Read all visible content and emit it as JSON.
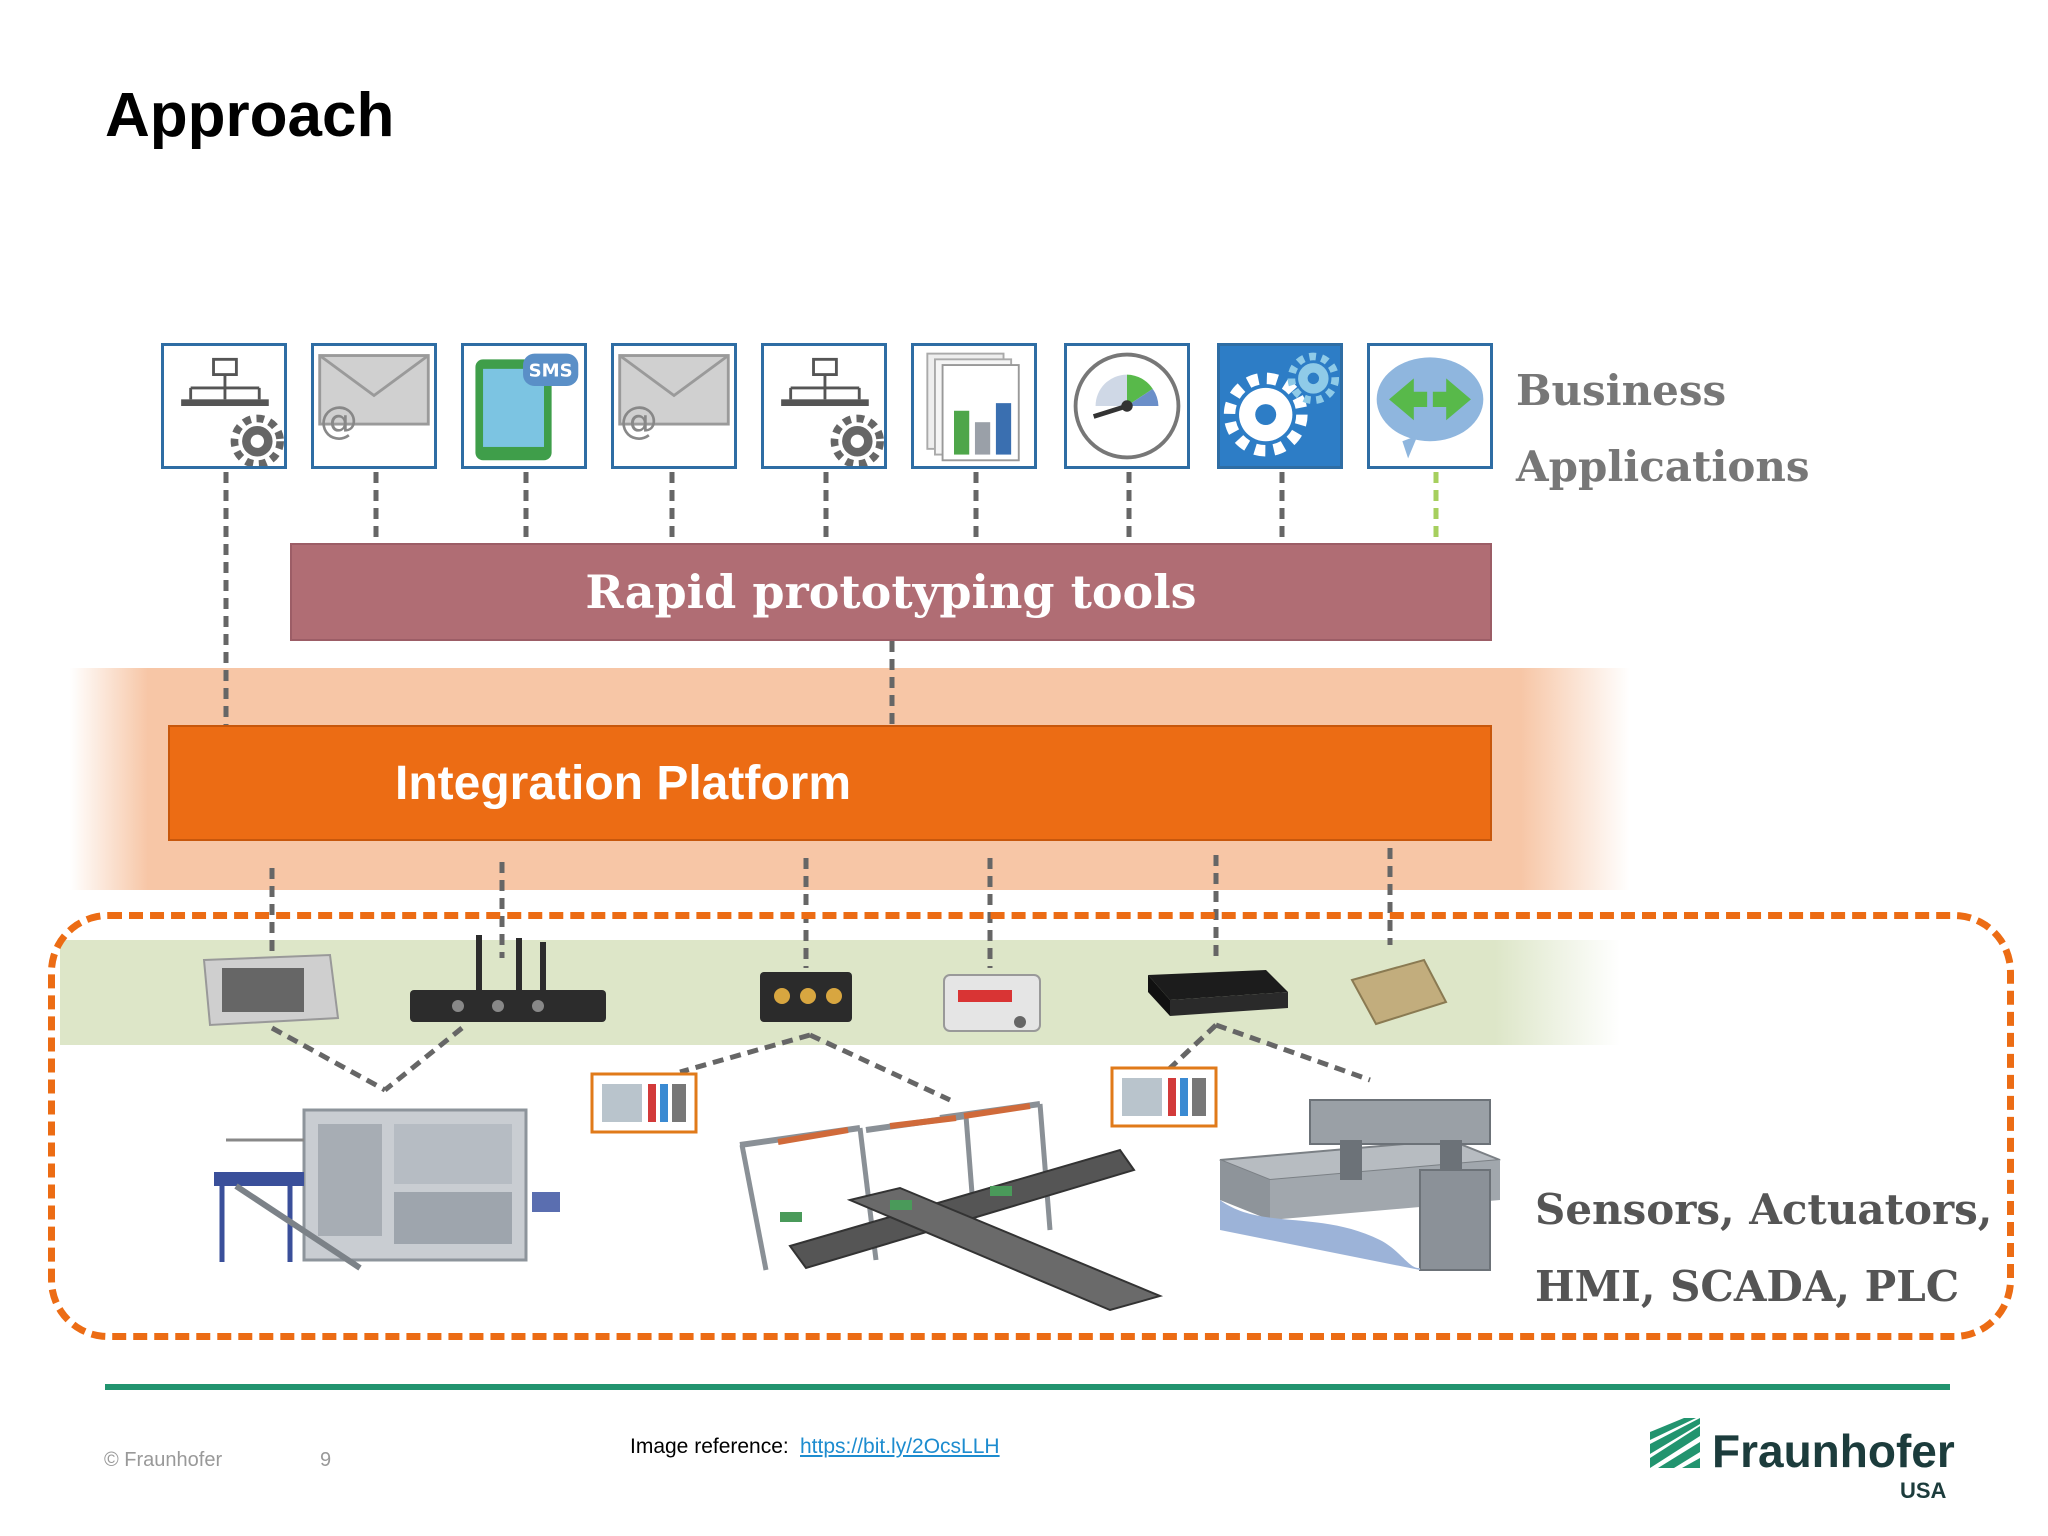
{
  "slide": {
    "title": "Approach",
    "business_applications": [
      "Business",
      "Applications"
    ],
    "rapid_prototyping": "Rapid prototyping tools",
    "integration_platform": "Integration Platform",
    "sensors_label": [
      "Sensors, Actuators,",
      "HMI, SCADA, PLC"
    ],
    "sms_badge": "SMS",
    "at_symbol": "@"
  },
  "footer": {
    "copyright": "© Fraunhofer",
    "page_number": "9",
    "image_reference_label": "Image reference:",
    "image_reference_link": "https://bit.ly/2OcsLLH",
    "logo_name": "Fraunhofer",
    "logo_sub": "USA"
  },
  "colors": {
    "rapid_bar": "#b06d74",
    "integration_bar": "#ec6c14",
    "frame_border": "#ec6c14",
    "icon_border": "#2e6da4",
    "rule": "#22946f",
    "link": "#1d8ccf"
  },
  "icons": [
    "network-gear-icon",
    "email-icon",
    "sms-phone-icon",
    "email-icon",
    "network-gear-icon",
    "report-chart-icon",
    "gauge-icon",
    "gears-icon",
    "exchange-arrows-icon"
  ]
}
